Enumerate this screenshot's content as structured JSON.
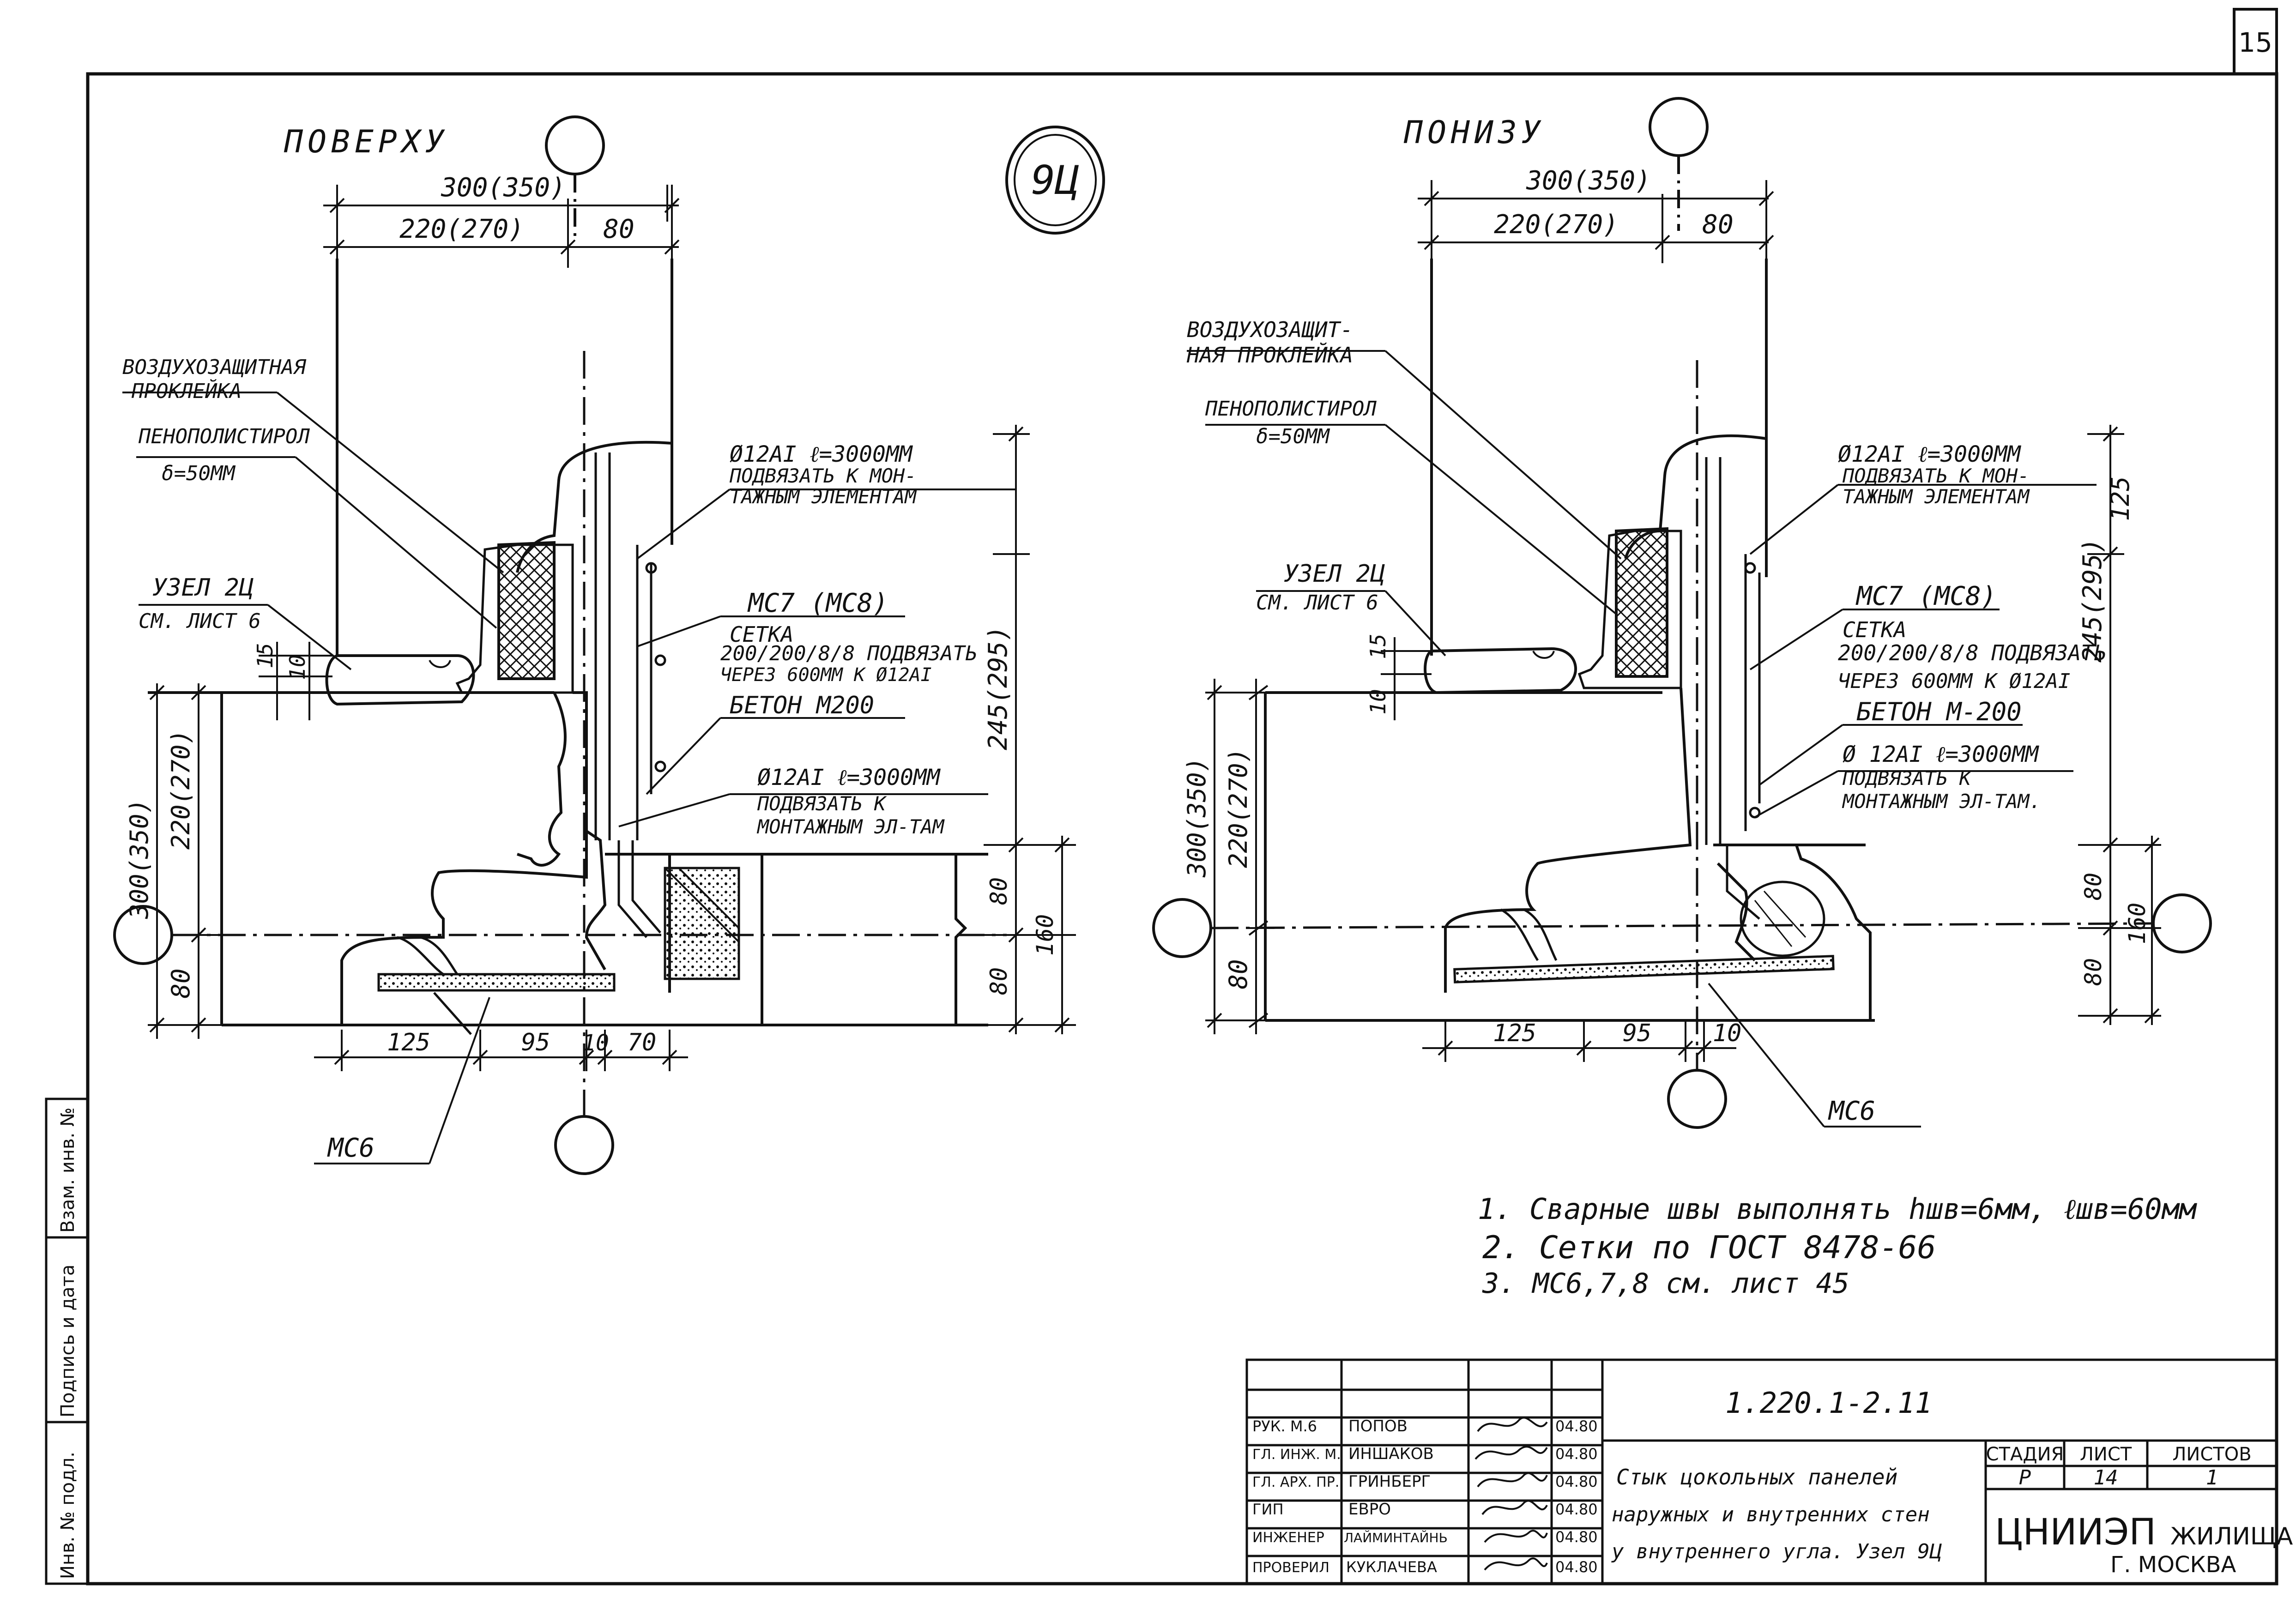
{
  "sheet": {
    "page_number": "15"
  },
  "left_detail": {
    "view_title": "ПОВЕРХУ",
    "dim_top_total": "300(350)",
    "dim_top_a": "220(270)",
    "dim_top_b": "80",
    "dim_left_total": "300(350)",
    "dim_left_inner": "220(270)",
    "dim_left_bottom": "80",
    "dim_15": "15",
    "dim_10": "10",
    "dim_right_upper": "245(295)",
    "dim_right_80a": "80",
    "dim_right_80b": "80",
    "dim_right_160": "160",
    "dim_bottom": [
      "125",
      "95",
      "10",
      "70"
    ],
    "labels": {
      "air_seal_1": "ВОЗДУХОЗАЩИТНАЯ",
      "air_seal_2": "ПРОКЛЕЙКА",
      "foam_1": "ПЕНОПОЛИСТИРОЛ",
      "foam_2": "δ=50ММ",
      "node_1": "УЗЕЛ 2Ц",
      "node_2": "СМ. ЛИСТ 6",
      "bar_top_1": "Ø12АI  ℓ=3000ММ",
      "bar_top_2": "ПОДВЯЗАТЬ К МОН-",
      "bar_top_3": "ТАЖНЫМ ЭЛЕМЕНТАМ",
      "mc7": "МС7 (МС8)",
      "mesh_1": "СЕТКА",
      "mesh_2": "200/200/8/8 ПОДВЯЗАТЬ",
      "mesh_3": "ЧЕРЕЗ 600ММ К Ø12АI",
      "concrete": "БЕТОН М200",
      "bar_bot_1": "Ø12АI  ℓ=3000ММ",
      "bar_bot_2": "ПОДВЯЗАТЬ К",
      "bar_bot_3": "МОНТАЖНЫМ ЭЛ-ТАМ",
      "mc6": "МС6"
    }
  },
  "center_mark": "9Ц",
  "right_detail": {
    "view_title": "ПОНИЗУ",
    "dim_top_total": "300(350)",
    "dim_top_a": "220(270)",
    "dim_top_b": "80",
    "dim_left_total": "300(350)",
    "dim_left_inner": "220(270)",
    "dim_left_bottom": "80",
    "dim_15": "15",
    "dim_10": "10",
    "dim_right_125": "125",
    "dim_right_upper": "245(295)",
    "dim_right_80a": "80",
    "dim_right_80b": "80",
    "dim_right_160": "160",
    "dim_bottom": [
      "125",
      "95",
      "10"
    ],
    "labels": {
      "air_seal_1": "ВОЗДУХОЗАЩИТ-",
      "air_seal_2": "НАЯ ПРОКЛЕЙКА",
      "foam_1": "ПЕНОПОЛИСТИРОЛ",
      "foam_2": "δ=50ММ",
      "node_1": "УЗЕЛ 2Ц",
      "node_2": "СМ. ЛИСТ 6",
      "bar_top_1": "Ø12АI  ℓ=3000ММ",
      "bar_top_2": "ПОДВЯЗАТЬ К МОН-",
      "bar_top_3": "ТАЖНЫМ ЭЛЕМЕНТАМ",
      "mc7": "МС7 (МС8)",
      "mesh_1": "СЕТКА",
      "mesh_2": "200/200/8/8 ПОДВЯЗАТЬ",
      "mesh_3": "ЧЕРЕЗ 600ММ К Ø12АI",
      "concrete": "БЕТОН М-200",
      "bar_bot_1": "Ø 12АI  ℓ=3000ММ",
      "bar_bot_2": "ПОДВЯЗАТЬ К",
      "bar_bot_3": "МОНТАЖНЫМ ЭЛ-ТАМ.",
      "mc6": "МС6"
    }
  },
  "notes": [
    "1. Сварные швы выполнять hшв=6мм, ℓшв=60мм",
    "2. Сетки  по  ГОСТ 8478-66",
    "3. МС6,7,8 см. лист 45"
  ],
  "side_stamp": [
    "Инв. № подл.",
    "Подпись и дата",
    "Взам. инв. №"
  ],
  "title_block": {
    "code": "1.220.1-2.11",
    "rows": [
      {
        "role": "РУК. М.6",
        "name": "ПОПОВ",
        "date": "04.80"
      },
      {
        "role": "ГЛ. ИНЖ. М.",
        "name": "ИНШАКОВ",
        "date": "04.80"
      },
      {
        "role": "ГЛ. АРХ. ПР.",
        "name": "ГРИНБЕРГ",
        "date": "04.80"
      },
      {
        "role": "ГИП",
        "name": "ЕВРО",
        "date": "04.80"
      },
      {
        "role": "ИНЖЕНЕР",
        "name": "ЛАЙМИНТАЙНЬ",
        "date": "04.80"
      },
      {
        "role": "ПРОВЕРИЛ",
        "name": "КУКЛАЧЕВА",
        "date": "04.80"
      }
    ],
    "title_lines": [
      "Стык цокольных  панелей",
      "наружных и внутренних стен",
      "у внутреннего угла. Узел 9Ц"
    ],
    "stage_header": "СТАДИЯ",
    "sheet_header": "ЛИСТ",
    "sheets_header": "ЛИСТОВ",
    "stage": "Р",
    "sheet": "14",
    "sheets": "1",
    "org_1": "ЦНИИЭП",
    "org_2": "ЖИЛИЩА",
    "org_3": "Г. МОСКВА"
  }
}
